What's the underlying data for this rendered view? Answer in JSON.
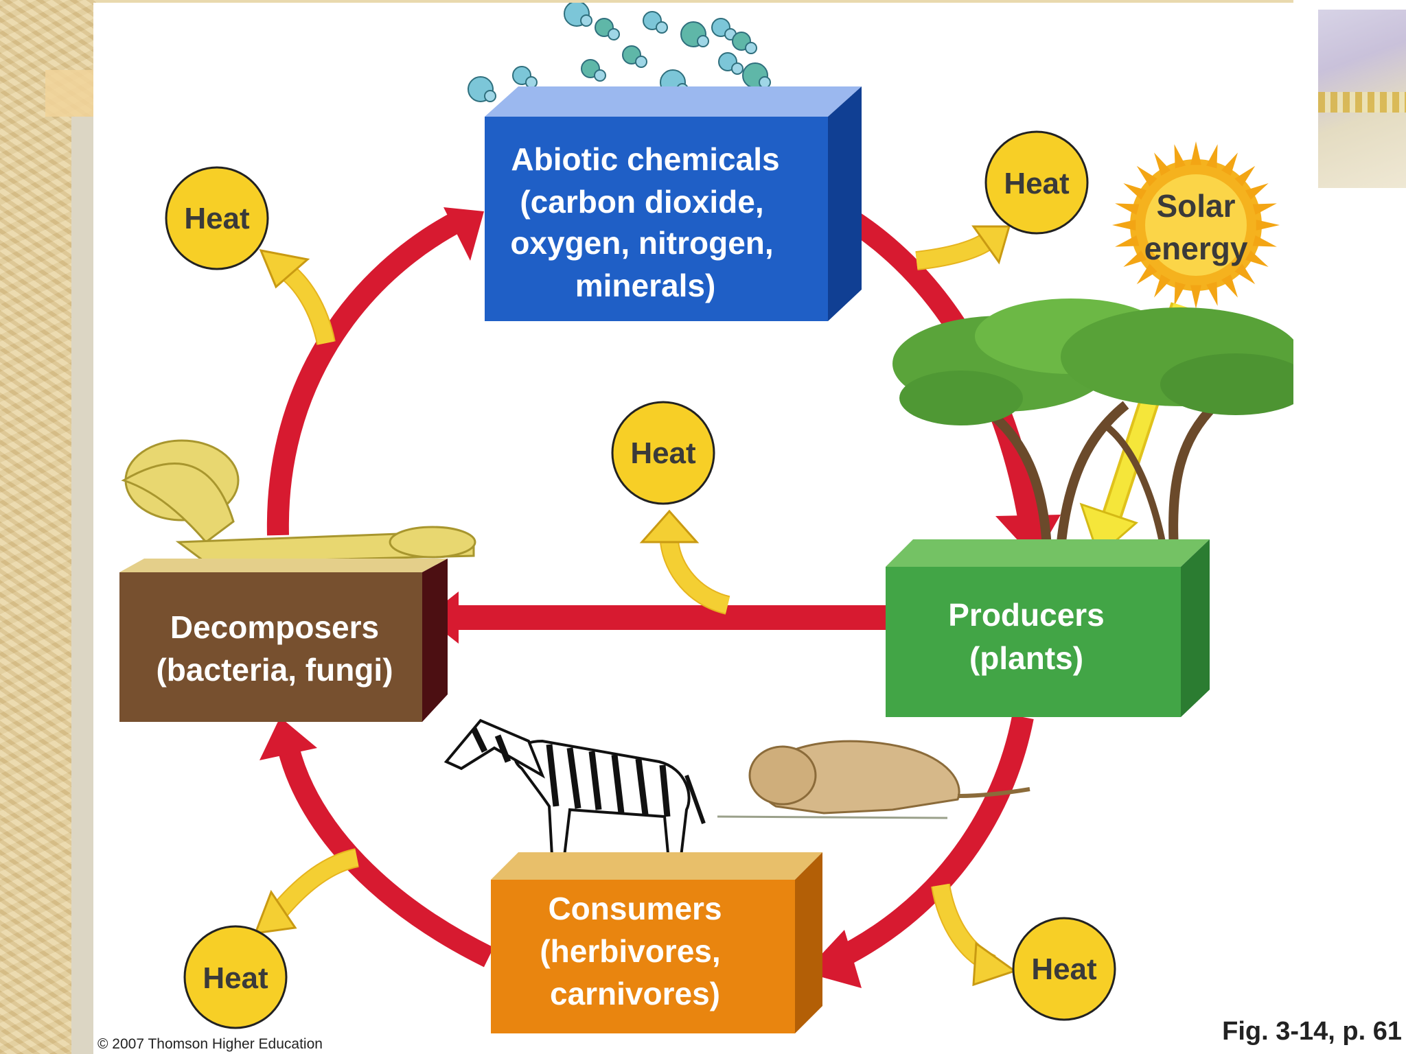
{
  "diagram": {
    "abiotic": {
      "lines": [
        "Abiotic chemicals",
        "(carbon dioxide,",
        "oxygen, nitrogen,",
        "minerals)"
      ]
    },
    "producers": {
      "lines": [
        "Producers",
        "(plants)"
      ]
    },
    "consumers": {
      "lines": [
        "Consumers",
        "(herbivores,",
        "carnivores)"
      ]
    },
    "decomposers": {
      "lines": [
        "Decomposers",
        "(bacteria, fungi)"
      ]
    },
    "heat_label": "Heat",
    "solar": {
      "lines": [
        "Solar",
        "energy"
      ]
    }
  },
  "figure": {
    "caption": "Fig. 3-14, p. 61",
    "copyright": "© 2007 Thomson Higher Education"
  },
  "colors": {
    "cycle_arrow": "#d71a30",
    "heat_arrow": "#f4cf33",
    "heat_circle": "#f7cf26",
    "abiotic_box": "#1f5fc6",
    "producers_box": "#42a546",
    "consumers_box": "#e9850f",
    "decomposers_box": "#77502f"
  }
}
